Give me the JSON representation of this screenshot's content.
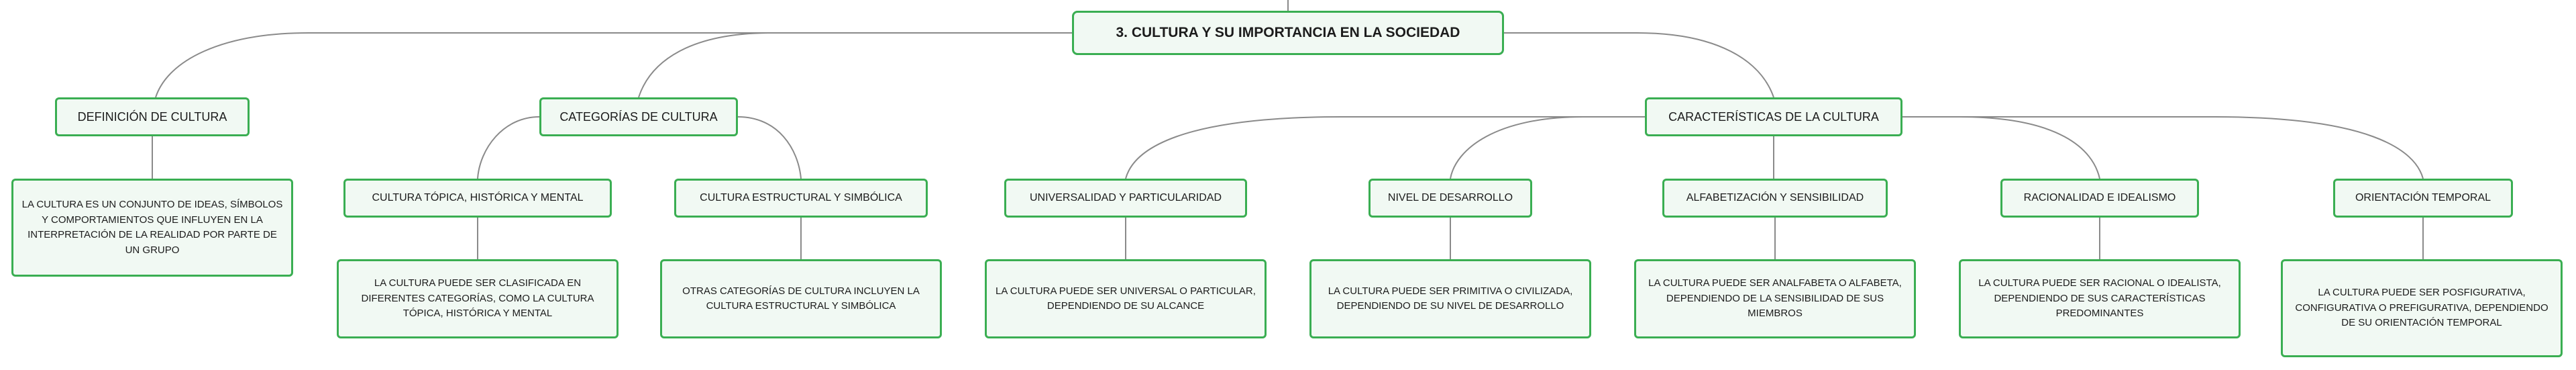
{
  "root": {
    "label": "3. CULTURA Y SU IMPORTANCIA EN LA SOCIEDAD"
  },
  "branches": [
    {
      "label": "DEFINICIÓN DE CULTURA",
      "description": "LA CULTURA ES UN CONJUNTO DE IDEAS, SÍMBOLOS Y COMPORTAMIENTOS QUE INFLUYEN EN LA INTERPRETACIÓN DE LA REALIDAD POR PARTE DE UN GRUPO"
    },
    {
      "label": "CATEGORÍAS DE CULTURA",
      "children": [
        {
          "label": "CULTURA TÓPICA, HISTÓRICA Y MENTAL",
          "description": "LA CULTURA PUEDE SER CLASIFICADA EN DIFERENTES CATEGORÍAS, COMO LA CULTURA TÓPICA, HISTÓRICA Y MENTAL"
        },
        {
          "label": "CULTURA ESTRUCTURAL Y SIMBÓLICA",
          "description": "OTRAS CATEGORÍAS DE CULTURA INCLUYEN LA CULTURA ESTRUCTURAL Y SIMBÓLICA"
        }
      ]
    },
    {
      "label": "CARACTERÍSTICAS DE LA CULTURA",
      "children": [
        {
          "label": "UNIVERSALIDAD Y PARTICULARIDAD",
          "description": "LA CULTURA PUEDE SER UNIVERSAL O PARTICULAR, DEPENDIENDO DE SU ALCANCE"
        },
        {
          "label": "NIVEL DE DESARROLLO",
          "description": "LA CULTURA PUEDE SER PRIMITIVA O CIVILIZADA, DEPENDIENDO DE SU NIVEL DE DESARROLLO"
        },
        {
          "label": "ALFABETIZACIÓN Y SENSIBILIDAD",
          "description": "LA CULTURA PUEDE SER ANALFABETA O ALFABETA, DEPENDIENDO DE LA SENSIBILIDAD DE SUS MIEMBROS"
        },
        {
          "label": "RACIONALIDAD E IDEALISMO",
          "description": "LA CULTURA PUEDE SER RACIONAL O IDEALISTA, DEPENDIENDO DE SUS CARACTERÍSTICAS PREDOMINANTES"
        },
        {
          "label": "ORIENTACIÓN TEMPORAL",
          "description": "LA CULTURA PUEDE SER POSFIGURATIVA, CONFIGURATIVA O PREFIGURATIVA, DEPENDIENDO DE SU ORIENTACIÓN TEMPORAL"
        }
      ]
    }
  ],
  "colors": {
    "border": "#3aae52",
    "fill": "#f1f9f3",
    "line": "#8a8a8a",
    "text": "#1c1c1c"
  }
}
